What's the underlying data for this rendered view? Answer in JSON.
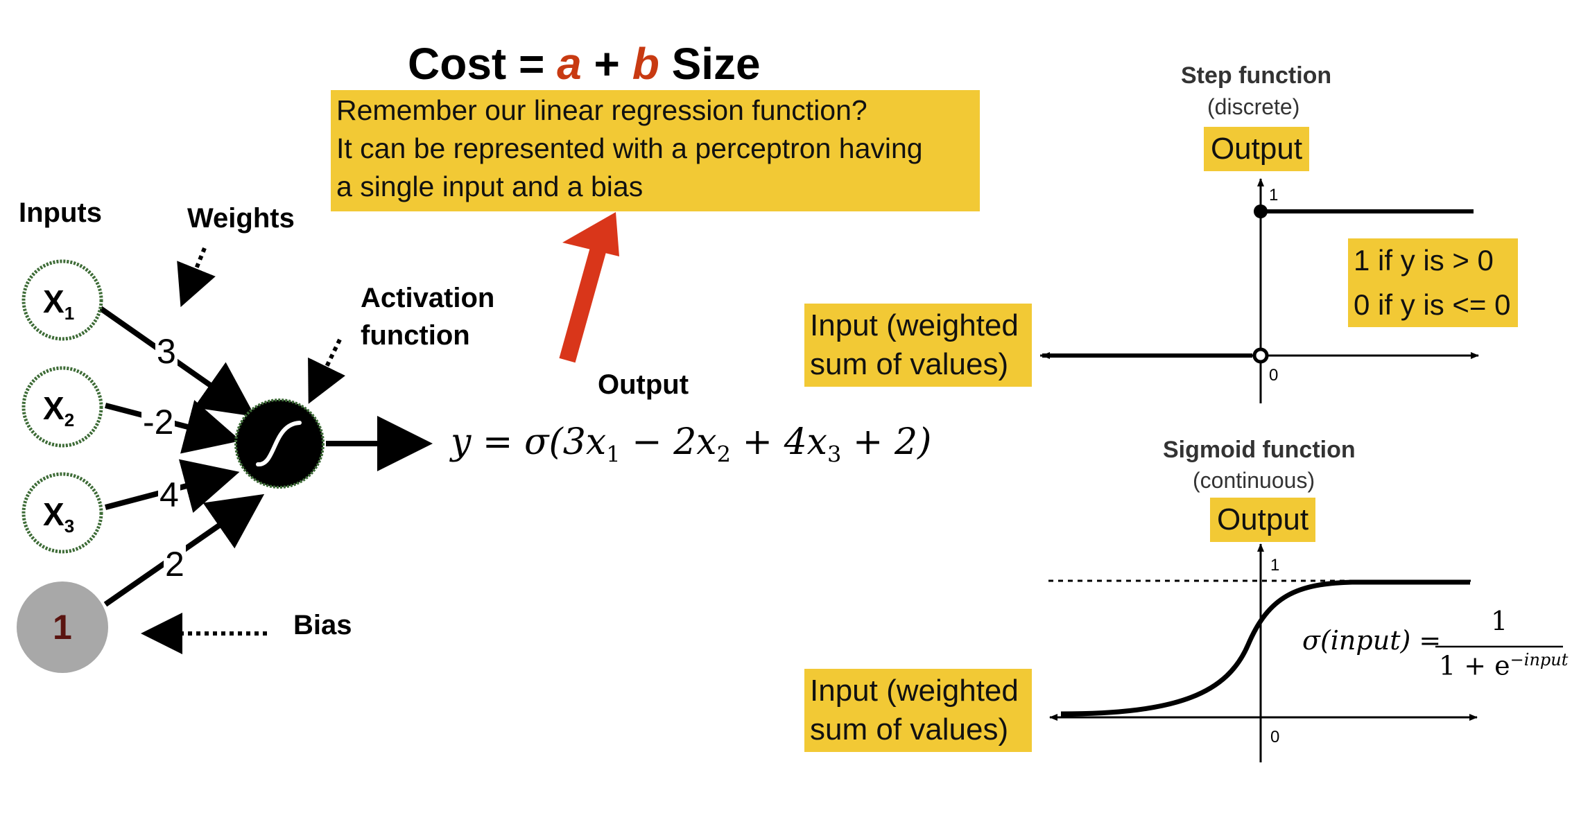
{
  "cost_formula": {
    "prefix": "Cost = ",
    "a": "a",
    "plus": " + ",
    "b": "b",
    "suffix": " Size"
  },
  "note": {
    "lines": [
      "Remember our linear regression function?",
      "It can be represented with a perceptron having",
      "a single input and a bias"
    ]
  },
  "perceptron": {
    "inputs_label": "Inputs",
    "weights_label": "Weights",
    "activation_label": [
      "Activation",
      "function"
    ],
    "output_label": "Output",
    "bias_label": "Bias",
    "nodes": [
      {
        "base": "X",
        "sub": "1"
      },
      {
        "base": "X",
        "sub": "2"
      },
      {
        "base": "X",
        "sub": "3"
      }
    ],
    "bias_node": "1",
    "weights": [
      "3",
      "-2",
      "4",
      "2"
    ],
    "equation": {
      "lhs": "y = σ(3x",
      "s1": "1",
      "m1": " − 2x",
      "s2": "2",
      "m2": " + 4x",
      "s3": "3",
      "rhs": " + 2)"
    }
  },
  "step_plot": {
    "title": "Step function",
    "subtitle": "(discrete)",
    "output_label": "Output",
    "input_label": [
      "Input (weighted",
      "sum of values)"
    ],
    "rule": [
      "1 if y is > 0",
      "0 if y is <= 0"
    ],
    "tick_one": "1",
    "tick_zero": "0"
  },
  "sigmoid_plot": {
    "title": "Sigmoid function",
    "subtitle": "(continuous)",
    "output_label": "Output",
    "input_label": [
      "Input (weighted",
      "sum of values)"
    ],
    "tick_one": "1",
    "tick_zero": "0",
    "formula": {
      "lhs": "σ(input) =",
      "numerator": "1",
      "denominator": "1 + e",
      "exponent": "−input"
    }
  },
  "colors": {
    "highlight": "#f2c935",
    "arrow_red": "#d9361a",
    "node_border": "#3d6b36",
    "bias_fill": "#a8a8a8",
    "bias_text": "#5a1410"
  }
}
